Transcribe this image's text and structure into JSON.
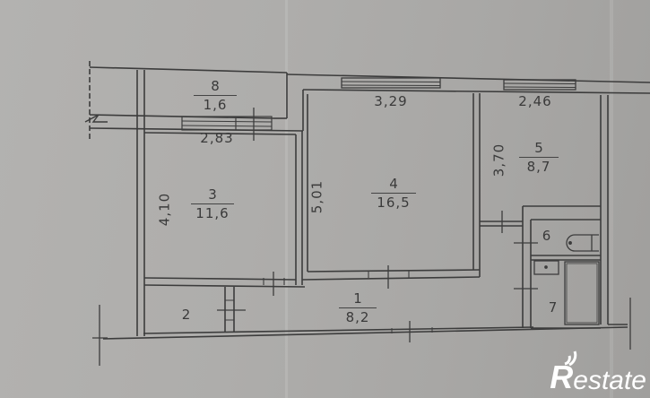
{
  "plan": {
    "rooms": [
      {
        "id": "1",
        "area": "8,2"
      },
      {
        "id": "2",
        "area": ""
      },
      {
        "id": "3",
        "area": "11,6"
      },
      {
        "id": "4",
        "area": "16,5"
      },
      {
        "id": "5",
        "area": "8,7"
      },
      {
        "id": "6",
        "area": ""
      },
      {
        "id": "7",
        "area": ""
      },
      {
        "id": "8",
        "area": "1,6"
      }
    ],
    "dimensions": {
      "room3_width": "2,83",
      "room3_height": "4,10",
      "room4_width": "3,29",
      "room4_height": "5,01",
      "room5_width": "2,46",
      "room5_height": "3,70"
    },
    "colors": {
      "paper": "#adaca9",
      "lines": "#3c3c3c"
    }
  },
  "watermark": {
    "text": "estate",
    "initial": "R"
  }
}
